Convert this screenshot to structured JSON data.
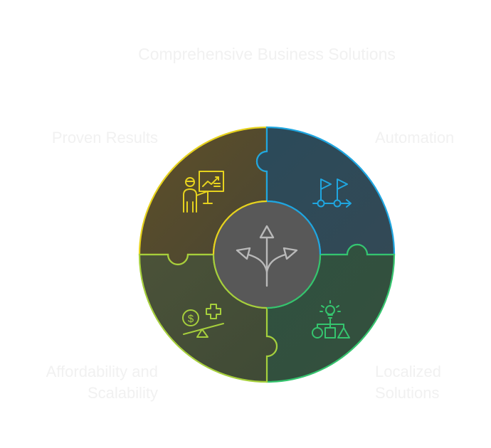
{
  "title": "Comprehensive Business Solutions",
  "segments": {
    "top_left": {
      "label": "Proven Results",
      "icon": "presenter-chart-icon",
      "color": "#e6d21e"
    },
    "top_right": {
      "label": "Automation",
      "icon": "flags-process-icon",
      "color": "#1fa6e0"
    },
    "bottom_left": {
      "label_line1": "Affordability and",
      "label_line2": "Scalability",
      "icon": "cost-balance-icon",
      "color": "#a6cf3c"
    },
    "bottom_right": {
      "label_line1": "Localized",
      "label_line2": "Solutions",
      "icon": "idea-flowchart-icon",
      "color": "#35c46e"
    }
  },
  "center": {
    "icon": "three-way-arrows-icon",
    "color": "#5c5c5c"
  }
}
